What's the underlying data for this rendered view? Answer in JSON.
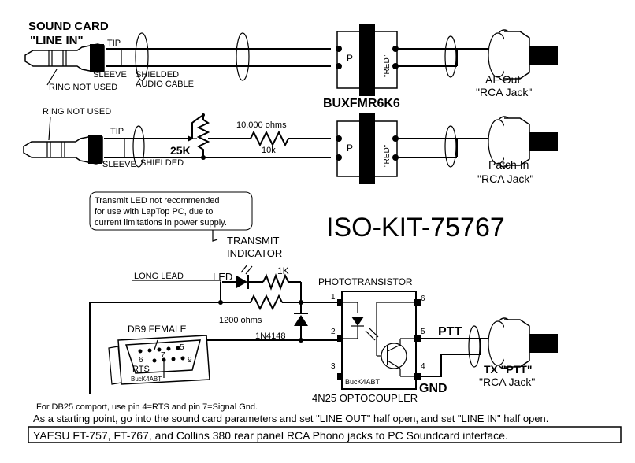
{
  "labels": {
    "sound_card": "SOUND CARD",
    "line_in": "\"LINE IN\"",
    "tip1": "TIP",
    "sleeve1": "SLEEVE",
    "shielded_audio_cable_1": "SHIELDED",
    "shielded_audio_cable_2": "AUDIO CABLE",
    "ring_not_used_1": "RING NOT USED",
    "ring_not_used_2": "RING NOT USED",
    "tip2": "TIP",
    "sleeve2": "SLEEVE",
    "shielded2": "SHIELDED",
    "pot_value": "25K",
    "resistor_value_full": "10,000 ohms",
    "resistor_value_short": "10k",
    "transformer_name": "BUXFMR6K6",
    "transformer_p": "P",
    "transformer_red": "\"RED\"",
    "af_out_1": "AF Out",
    "af_out_2": "\"RCA Jack\"",
    "patch_in_1": "Patch In",
    "patch_in_2": "\"RCA Jack\"",
    "kit_title": "ISO-KIT-75767",
    "note_line_1": "Transmit LED not recommended",
    "note_line_2": "for use with LapTop PC, due to",
    "note_line_3": "current limitations in power supply.",
    "transmit_indicator_1": "TRANSMIT",
    "transmit_indicator_2": "INDICATOR",
    "long_lead": "LONG LEAD",
    "led": "LED",
    "r_1k": "1K",
    "r_1200": "1200 ohms",
    "diode": "1N4148",
    "db9": "DB9 FEMALE",
    "db9_rts": "RTS",
    "db9_pin5": "5",
    "db9_pin6": "6",
    "db9_pin7": "7",
    "db9_pin9": "9",
    "db9_brand": "BucK4ABT",
    "phototransistor": "PHOTOTRANSISTOR",
    "pin1": "1",
    "pin2": "2",
    "pin3": "3",
    "pin4": "4",
    "pin5": "5",
    "pin6": "6",
    "ic_brand": "BucK4ABT",
    "ptt": "PTT",
    "gnd": "GND",
    "optocoupler": "4N25  OPTOCOUPLER",
    "tx_ptt_1": "TX \"PTT\"",
    "tx_ptt_2": "\"RCA Jack\"",
    "db25_note": "For DB25 comport, use pin 4=RTS and pin 7=Signal Gnd.",
    "starting_point": "As a starting point, go into the sound card parameters and set \"LINE OUT\" half open, and set \"LINE IN\" half open.",
    "caption": "YAESU FT-757, FT-767, and Collins 380 rear panel RCA Phono jacks to PC Soundcard interface."
  }
}
